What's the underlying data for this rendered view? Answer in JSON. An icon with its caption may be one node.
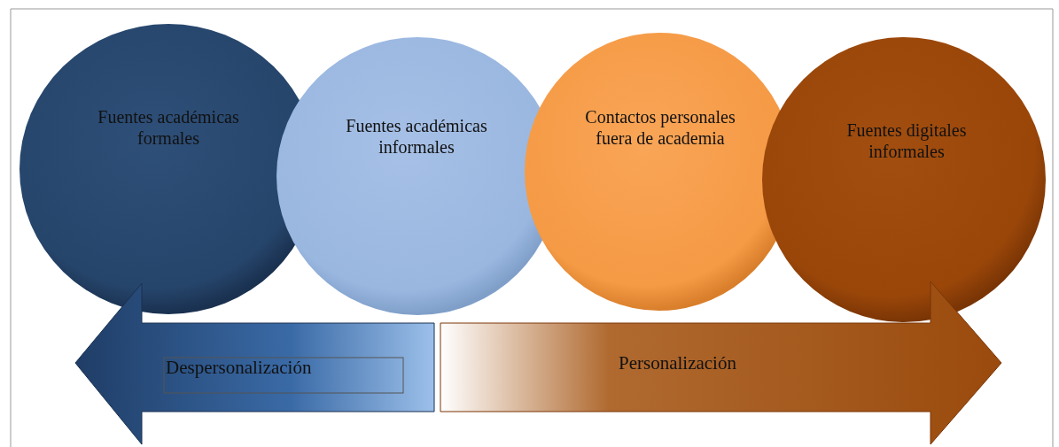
{
  "diagram": {
    "nodes": [
      {
        "text": [
          "Fuentes académicas formales"
        ]
      },
      {
        "text": [
          "Fuentes académicas informales"
        ]
      },
      {
        "text": [
          "Contactos personales fuera de academia"
        ]
      },
      {
        "text": [
          "Fuentes digitales informales"
        ]
      }
    ],
    "labels": [
      "Despersonalización",
      "Personalización"
    ]
  }
}
